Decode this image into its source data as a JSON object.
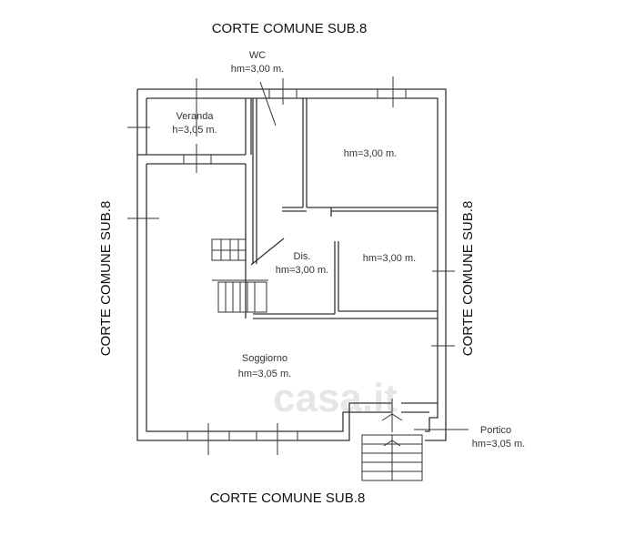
{
  "borders": {
    "top": "CORTE COMUNE SUB.8",
    "bottom": "CORTE COMUNE SUB.8",
    "left": "CORTE COMUNE SUB.8",
    "right": "CORTE COMUNE SUB.8"
  },
  "rooms": {
    "wc": {
      "name": "WC",
      "height": "hm=3,00 m."
    },
    "veranda": {
      "name": "Veranda",
      "height": "h=3,05 m."
    },
    "bedroom1": {
      "height": "hm=3,00 m."
    },
    "bedroom2": {
      "height": "hm=3,00 m."
    },
    "dis": {
      "name": "Dis.",
      "height": "hm=3,00 m."
    },
    "soggiorno": {
      "name": "Soggiorno",
      "height": "hm=3,05 m."
    },
    "portico": {
      "name": "Portico",
      "height": "hm=3,05 m."
    }
  },
  "watermark": "casa.it"
}
